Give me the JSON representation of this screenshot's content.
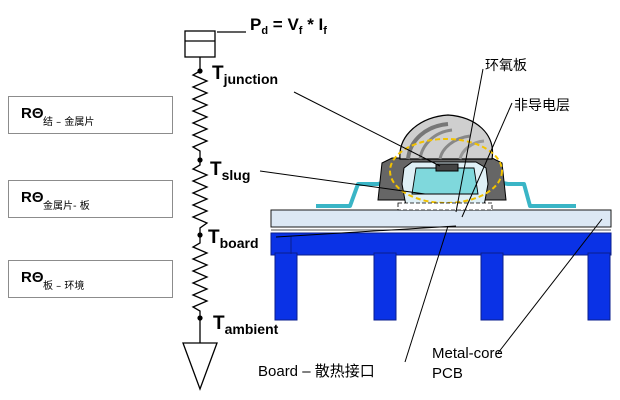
{
  "power_formula": {
    "p": "P",
    "p_sub": "d",
    "eq": " = V",
    "v_sub": "f",
    "mult": " * I",
    "i_sub": "f"
  },
  "temperatures": [
    {
      "main": "T",
      "sub": "junction"
    },
    {
      "main": "T",
      "sub": "slug"
    },
    {
      "main": "T",
      "sub": "board"
    },
    {
      "main": "T",
      "sub": "ambient"
    }
  ],
  "resistances": [
    {
      "symbol": "RΘ",
      "label": "结 – 金属片"
    },
    {
      "symbol": "RΘ",
      "label": "金属片- 板"
    },
    {
      "symbol": "RΘ",
      "label": "板 – 环境"
    }
  ],
  "callouts": {
    "epoxy": "环氧板",
    "non_conductive": "非导电层",
    "board_interface": "Board – 散热接口",
    "pcb_line1": "Metal-core",
    "pcb_line2": "PCB"
  },
  "colors": {
    "heatsink": "#0a32e6",
    "heatsink_dark": "#0a1e8c",
    "leadframe": "#3ab5c6",
    "board": "#dce8f4"
  }
}
